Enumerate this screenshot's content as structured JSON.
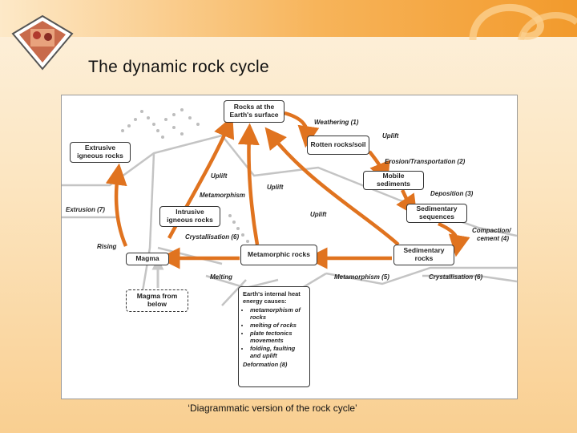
{
  "slide": {
    "title": "The dynamic rock cycle",
    "caption": "‘Diagrammatic version of the rock cycle’"
  },
  "colors": {
    "arrow": "#e0731f",
    "accent": "#f29a2c"
  },
  "diagram": {
    "boxes": {
      "surface": "Rocks at the Earth's surface",
      "rotten": "Rotten rocks/soil",
      "mobile": "Mobile sediments",
      "sedseq": "Sedimentary sequences",
      "sedrocks": "Sedimentary rocks",
      "metarocks": "Metamorphic rocks",
      "magma": "Magma",
      "intrusive": "Intrusive igneous rocks",
      "extrusive": "Extrusive igneous rocks",
      "magmabelow": "Magma from below"
    },
    "labels": {
      "weathering": "Weathering (1)",
      "uplift1": "Uplift",
      "erosion": "Erosion/Transportation (2)",
      "deposition": "Deposition (3)",
      "compaction1": "Compaction/",
      "compaction2": "cement (4)",
      "crystallisation6r": "Crystallisation (6)",
      "metamorphism5": "Metamorphism (5)",
      "melting": "Melting",
      "uplift2": "Uplift",
      "uplift3": "Uplift",
      "uplift4": "Uplift",
      "metamorphism": "Metamorphism",
      "crystallisation6l": "Crystallisation (6)",
      "extrusion": "Extrusion (7)",
      "rising": "Rising"
    },
    "energy": {
      "heading": "Earth's internal heat energy causes:",
      "items": [
        "metamorphism of rocks",
        "melting of rocks",
        "plate tectonics movements",
        "folding, faulting and uplift"
      ],
      "footer": "Deformation (8)"
    }
  }
}
